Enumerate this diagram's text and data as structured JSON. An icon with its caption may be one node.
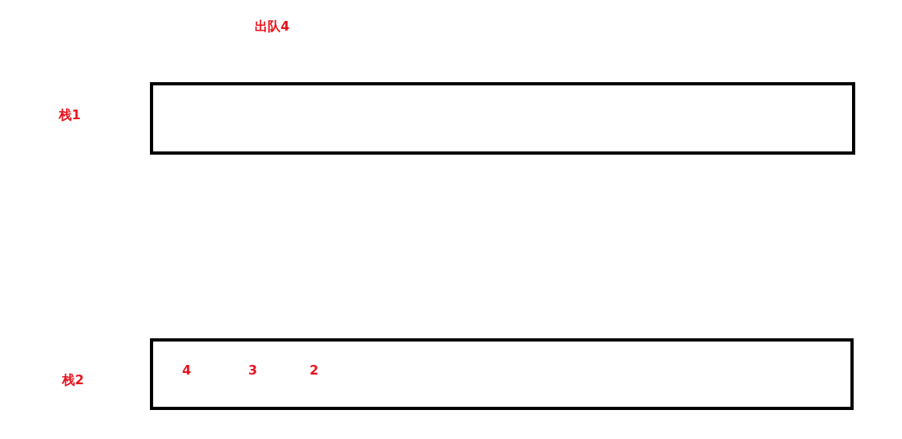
{
  "diagram": {
    "nodes": [
      {
        "text": [],
        "shape": "box"
      },
      {
        "text": [
          "4",
          "3",
          "2"
        ]
      }
    ],
    "labels": [
      "出队4",
      "栈1",
      "栈2"
    ]
  }
}
